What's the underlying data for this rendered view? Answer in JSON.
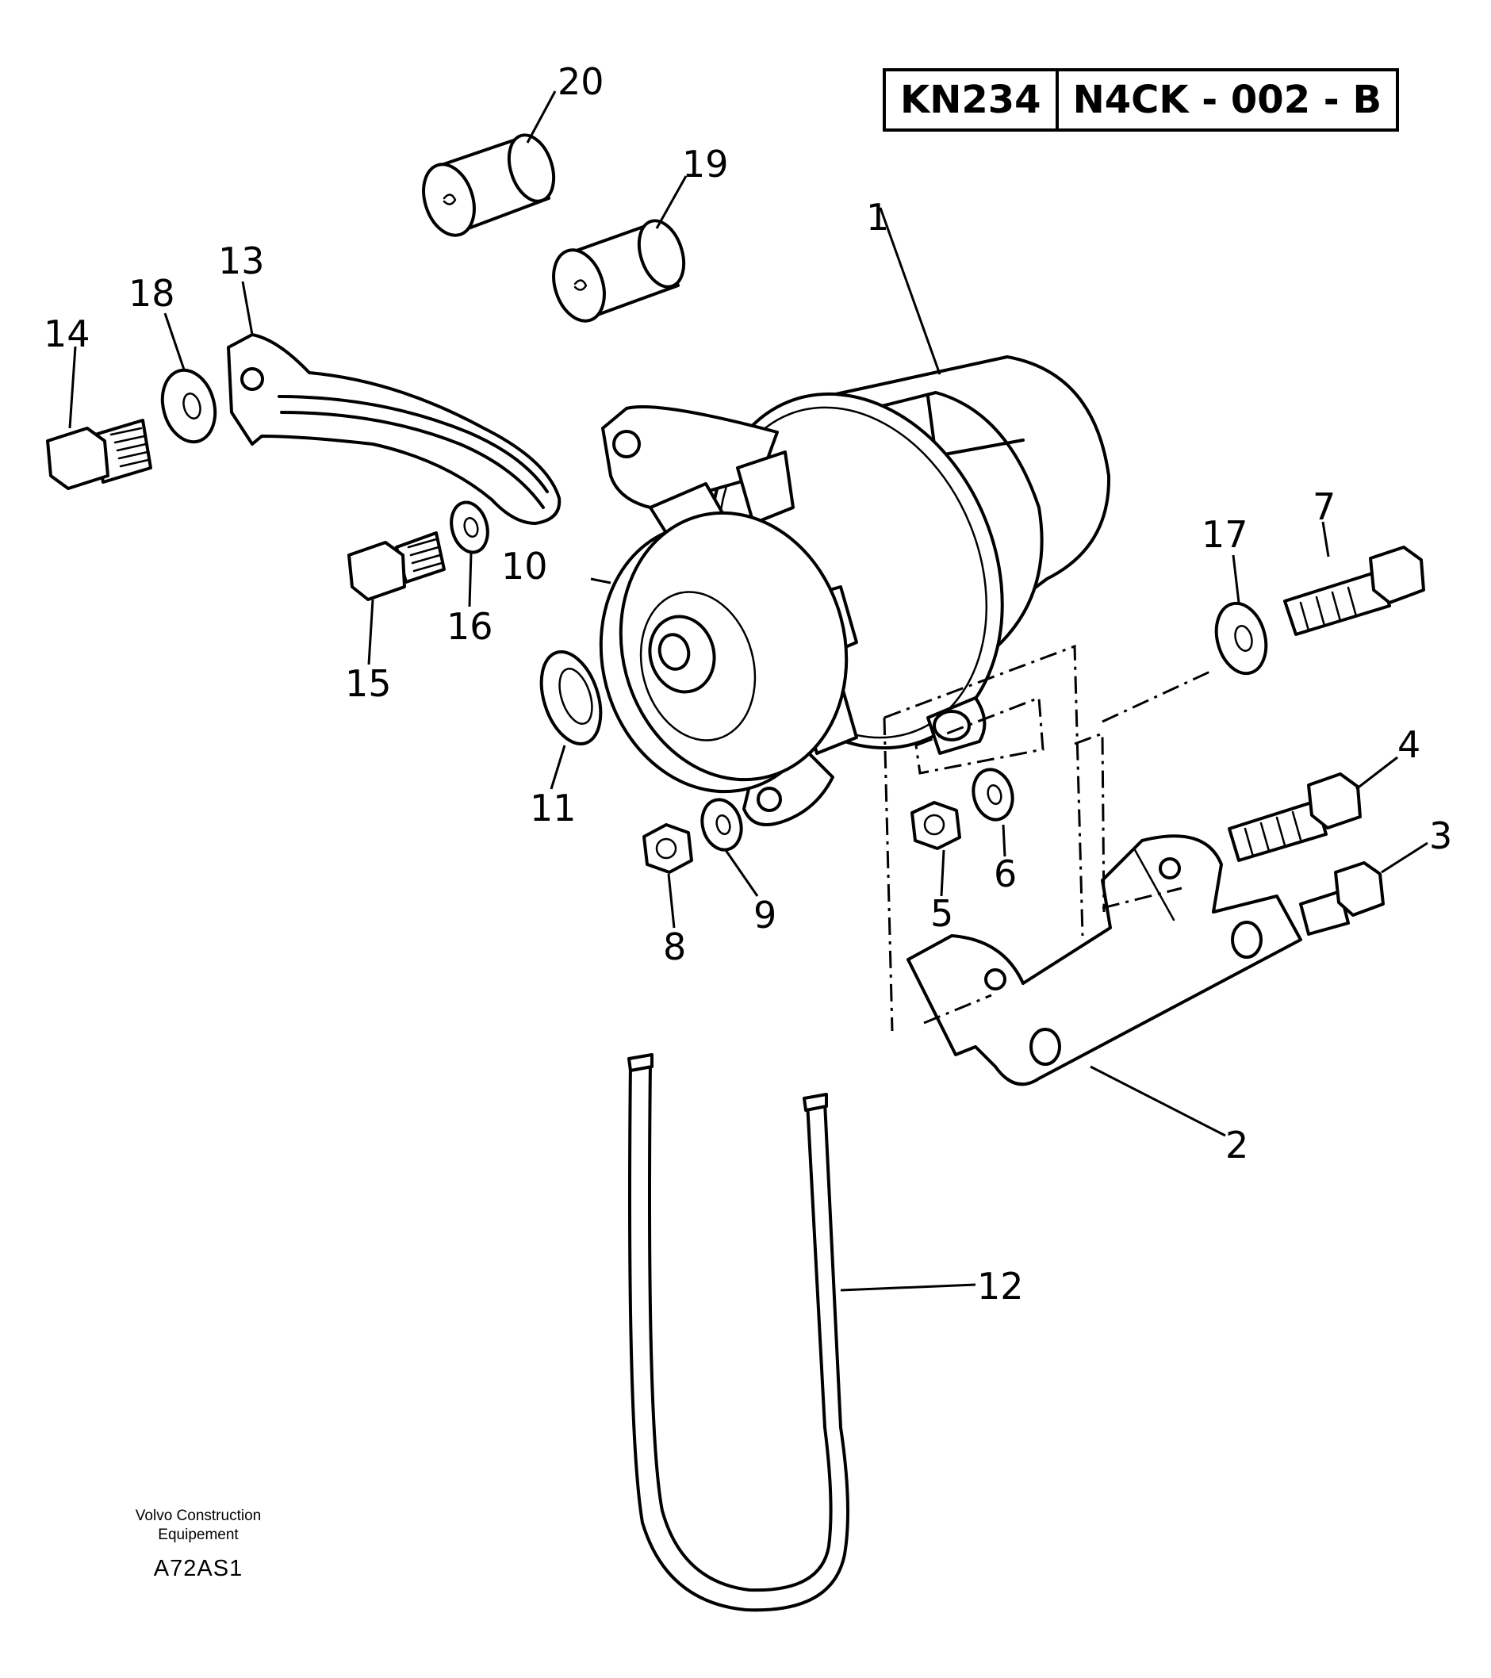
{
  "header": {
    "ref_a": "KN234",
    "ref_b": "N4CK - 002 - B"
  },
  "footer": {
    "maker_line1": "Volvo Construction",
    "maker_line2": "Equipement",
    "drawing_code": "A72AS1"
  },
  "callouts": [
    "1",
    "2",
    "3",
    "4",
    "5",
    "6",
    "7",
    "8",
    "9",
    "10",
    "11",
    "12",
    "13",
    "14",
    "15",
    "16",
    "17",
    "18",
    "19",
    "20"
  ]
}
